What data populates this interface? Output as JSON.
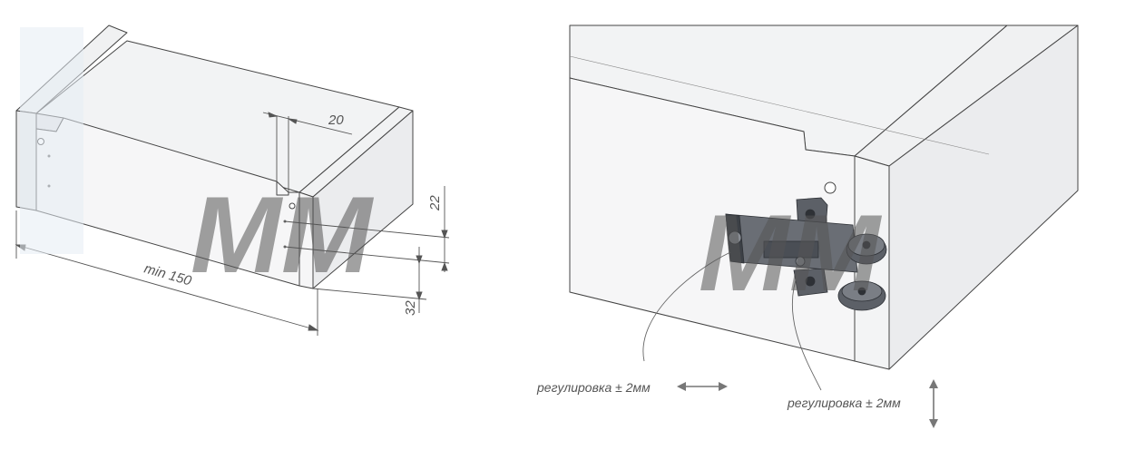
{
  "watermark": {
    "text": "MM",
    "color": "#dde6ef"
  },
  "left_drawing": {
    "dim_top": "20",
    "dim_right_upper": "22",
    "dim_right_lower": "32",
    "dim_length": "min 150"
  },
  "right_drawing": {
    "note_horizontal": "регулировка ± 2мм",
    "note_vertical": "регулировка ± 2мм"
  },
  "colors": {
    "panel": "#f6f6f7",
    "panel_side": "#ebecee",
    "panel_top": "#f2f3f4",
    "outline": "#444444",
    "dim_line": "#555555",
    "hinge": "#5c6067",
    "hinge_dark": "#3c4046"
  }
}
